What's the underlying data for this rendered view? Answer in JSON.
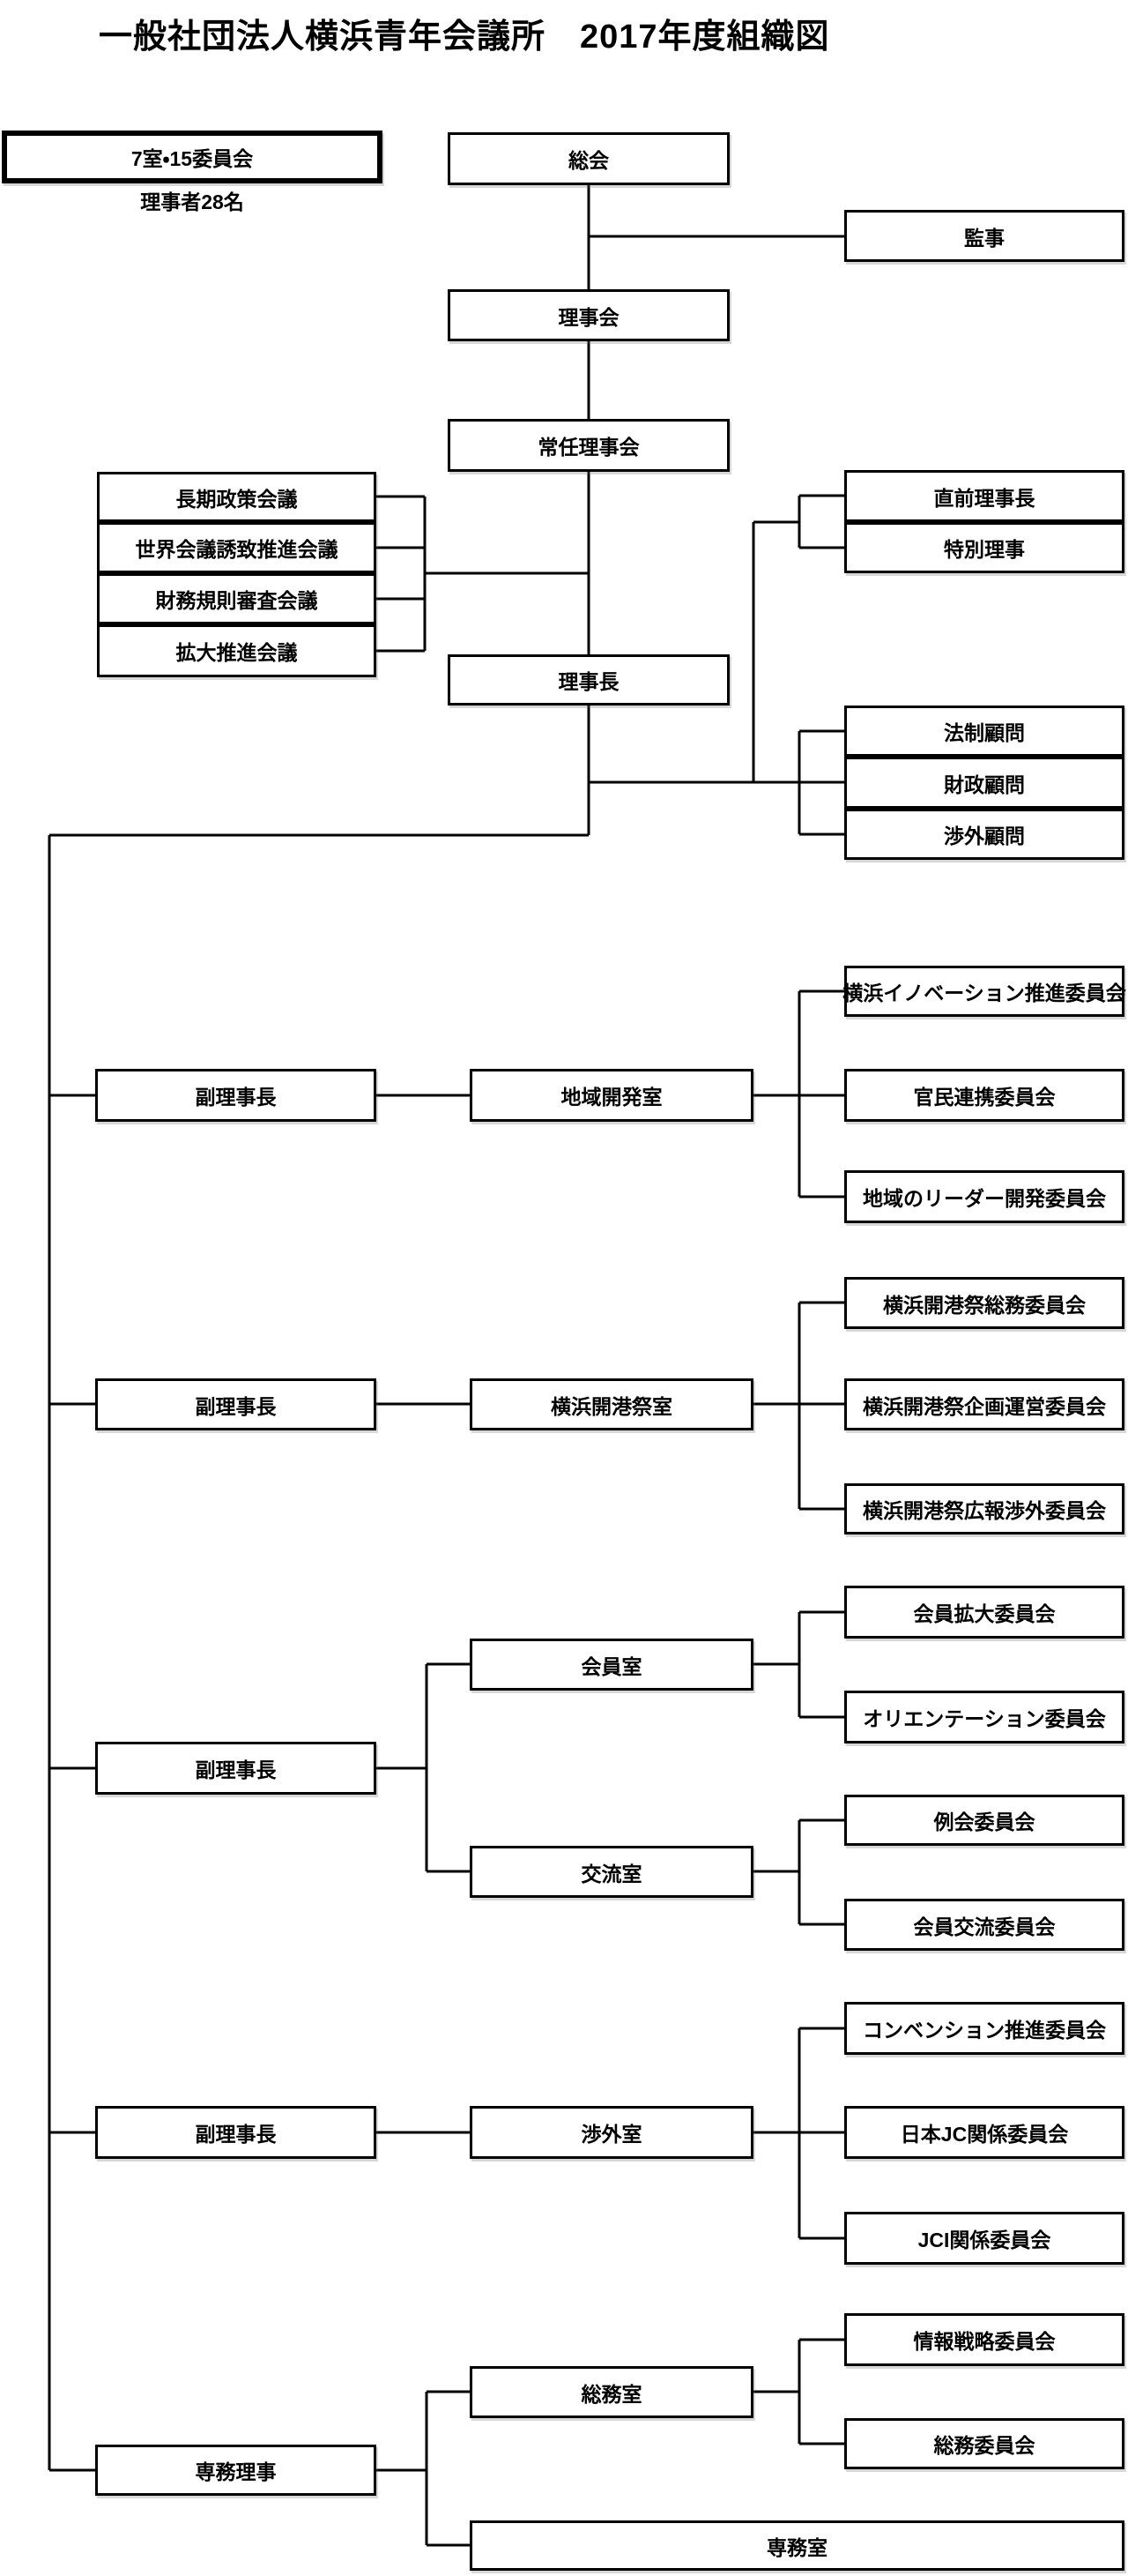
{
  "title": "一般社団法人横浜青年会議所　2017年度組織図",
  "legend": {
    "box_label": "7室・15委員会",
    "caption": "理事者28名"
  },
  "colors": {
    "line": "#000000",
    "background": "#ffffff",
    "text": "#000000"
  },
  "org": {
    "general_assembly": "総会",
    "auditor": "監事",
    "board": "理事会",
    "standing_board": "常任理事会",
    "councils": [
      "長期政策会議",
      "世界会議誘致推進会議",
      "財務規則審査会議",
      "拡大推進会議"
    ],
    "immediate_past_president": "直前理事長",
    "special_director": "特別理事",
    "president": "理事長",
    "advisors": [
      "法制顧問",
      "財政顧問",
      "渉外顧問"
    ],
    "sections": [
      {
        "head": "副理事長",
        "rooms": [
          {
            "name": "地域開発室",
            "committees": [
              "横浜イノベーション推進委員会",
              "官民連携委員会",
              "地域のリーダー開発委員会"
            ]
          }
        ]
      },
      {
        "head": "副理事長",
        "rooms": [
          {
            "name": "横浜開港祭室",
            "committees": [
              "横浜開港祭総務委員会",
              "横浜開港祭企画運営委員会",
              "横浜開港祭広報渉外委員会"
            ]
          }
        ]
      },
      {
        "head": "副理事長",
        "rooms": [
          {
            "name": "会員室",
            "committees": [
              "会員拡大委員会",
              "オリエンテーション委員会"
            ]
          },
          {
            "name": "交流室",
            "committees": [
              "例会委員会",
              "会員交流委員会"
            ]
          }
        ]
      },
      {
        "head": "副理事長",
        "rooms": [
          {
            "name": "渉外室",
            "committees": [
              "コンベンション推進委員会",
              "日本JC関係委員会",
              "JCI関係委員会"
            ]
          }
        ]
      },
      {
        "head": "専務理事",
        "rooms": [
          {
            "name": "総務室",
            "committees": [
              "情報戦略委員会",
              "総務委員会"
            ]
          },
          {
            "name": "専務室",
            "committees": []
          }
        ]
      }
    ]
  }
}
